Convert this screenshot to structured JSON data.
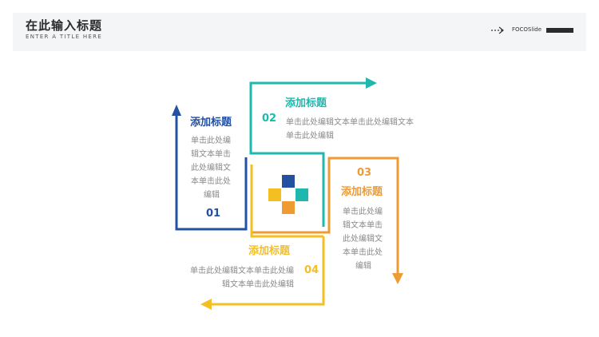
{
  "header": {
    "title": "在此输入标题",
    "subtitle": "ENTER A TITLE HERE",
    "brand": "FOCOSlide",
    "brand_arrow_icon": "dashed-arrow-icon"
  },
  "colors": {
    "blue": "#2350a0",
    "teal": "#1fb8ae",
    "orange": "#ef9b33",
    "yellow": "#f3bf22"
  },
  "steps": [
    {
      "number": "01",
      "heading": "添加标题",
      "body_lines": [
        "单击此处编",
        "辑文本单击",
        "此处编辑文",
        "本单击此处",
        "编辑"
      ]
    },
    {
      "number": "02",
      "heading": "添加标题",
      "body_lines": [
        "单击此处编辑文本单击此处编辑文本",
        "单击此处编辑"
      ]
    },
    {
      "number": "03",
      "heading": "添加标题",
      "body_lines": [
        "单击此处编",
        "辑文本单击",
        "此处编辑文",
        "本单击此处",
        "编辑"
      ]
    },
    {
      "number": "04",
      "heading": "添加标题",
      "body_lines": [
        "单击此处编辑文本单击此处编",
        "辑文本单击此处编辑"
      ]
    }
  ],
  "center_icon": "color-squares-icon"
}
